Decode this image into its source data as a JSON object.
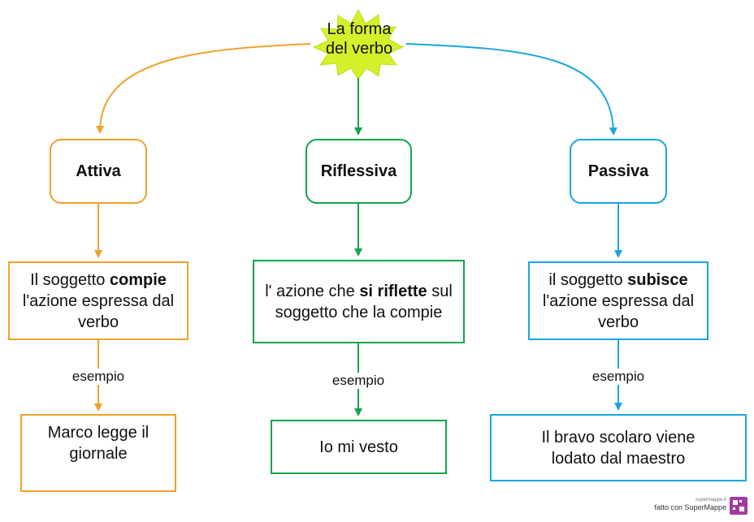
{
  "colors": {
    "attiva": "#f0a02a",
    "riflessiva": "#11a34c",
    "passiva": "#1aa6dc",
    "root_star": "#d4f02a"
  },
  "root": {
    "line1": "La forma",
    "line2": "del verbo"
  },
  "branches": [
    {
      "title": "Attiva",
      "desc_before": "Il soggetto ",
      "desc_bold": "compie",
      "desc_after": " l'azione espressa dal verbo",
      "link_label": "esempio",
      "example": "Marco legge il giornale"
    },
    {
      "title": "Riflessiva",
      "desc_before": "l' azione che ",
      "desc_bold": "si riflette",
      "desc_after": " sul soggetto che la compie",
      "link_label": "esempio",
      "example": "Io mi vesto"
    },
    {
      "title": "Passiva",
      "desc_before": "il soggetto ",
      "desc_bold": "subisce",
      "desc_after": " l'azione espressa dal verbo",
      "link_label": "esempio",
      "example": "Il bravo scolaro viene lodato dal maestro"
    }
  ],
  "footer": {
    "small": "supermappe.it",
    "text": "fatto con SuperMappe"
  },
  "logo_icon": "supermappe-logo-icon"
}
